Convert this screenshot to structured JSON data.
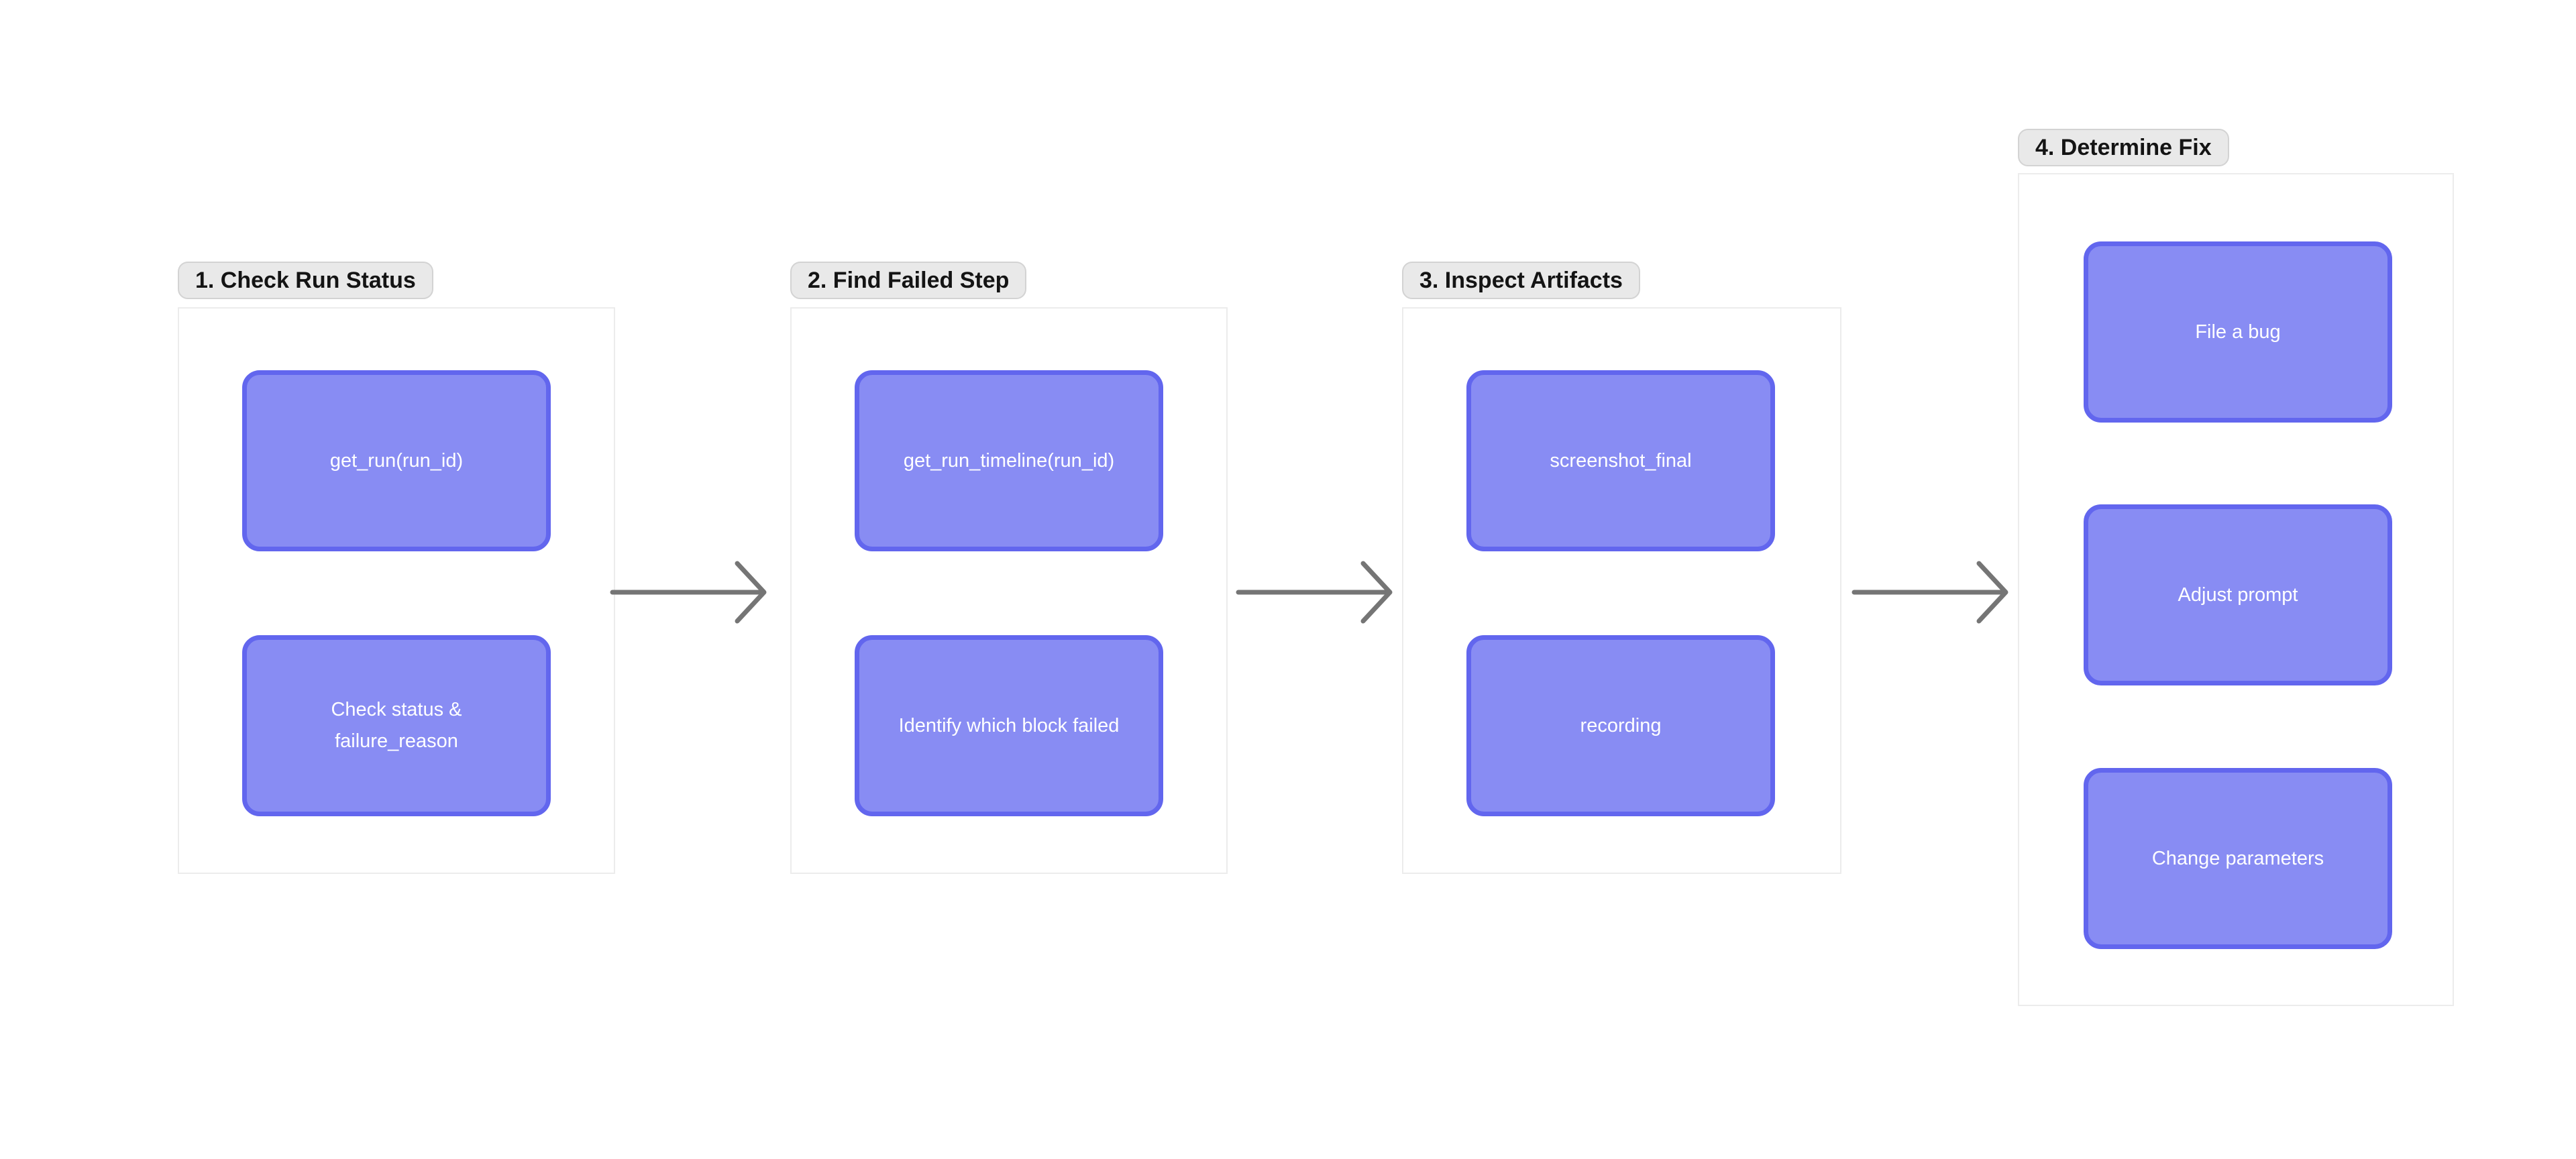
{
  "canvas": {
    "background": "#ffffff"
  },
  "colors": {
    "node_fill": "#888cf3",
    "node_border": "#6266ee",
    "node_text": "#ffffff",
    "group_bg": "#ffffff",
    "group_border": "#ececec",
    "label_bg": "#e9e9e9",
    "label_border": "#d3d3d3",
    "label_text": "#141414",
    "arrow": "#757575"
  },
  "groups": [
    {
      "label": "1. Check Run Status",
      "nodes": [
        {
          "text": "get_run(run_id)"
        },
        {
          "text": "Check status & failure_reason"
        }
      ]
    },
    {
      "label": "2. Find Failed Step",
      "nodes": [
        {
          "text": "get_run_timeline(run_id)"
        },
        {
          "text": "Identify which block failed"
        }
      ]
    },
    {
      "label": "3. Inspect Artifacts",
      "nodes": [
        {
          "text": "screenshot_final"
        },
        {
          "text": "recording"
        }
      ]
    },
    {
      "label": "4. Determine Fix",
      "nodes": [
        {
          "text": "File a bug"
        },
        {
          "text": "Adjust prompt"
        },
        {
          "text": "Change parameters"
        }
      ]
    }
  ]
}
